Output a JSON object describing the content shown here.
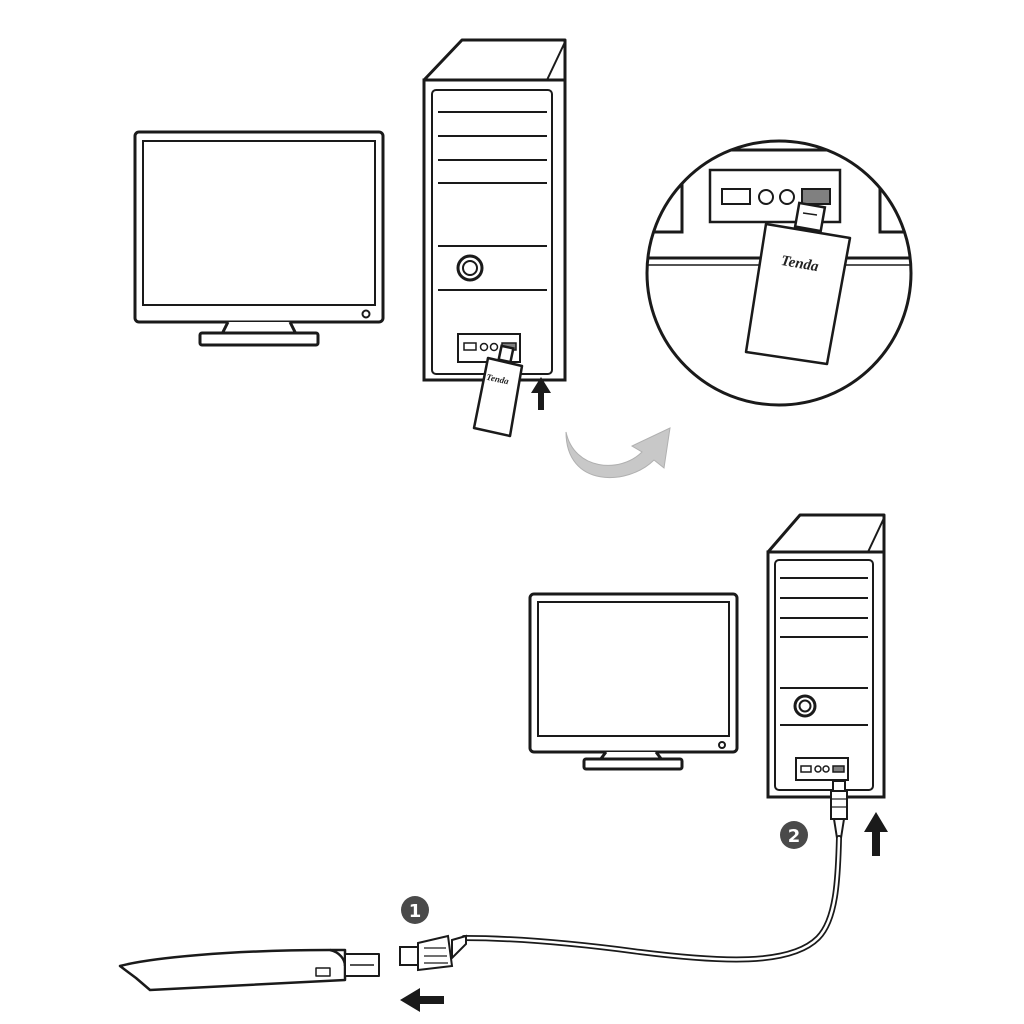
{
  "brand": {
    "large_label": "Tenda",
    "small_label": "Tenda"
  },
  "steps": {
    "step1": "1",
    "step2": "2"
  },
  "colors": {
    "line": "#1a1a1a",
    "badge": "#4a4a4a",
    "swoosh": "#c8c8c8",
    "port_fill": "#808080"
  },
  "icons": {
    "insert_arrow": "arrow-up-icon",
    "remove_arrow": "arrow-left-icon",
    "zoom_arrow": "curved-arrow-icon"
  }
}
